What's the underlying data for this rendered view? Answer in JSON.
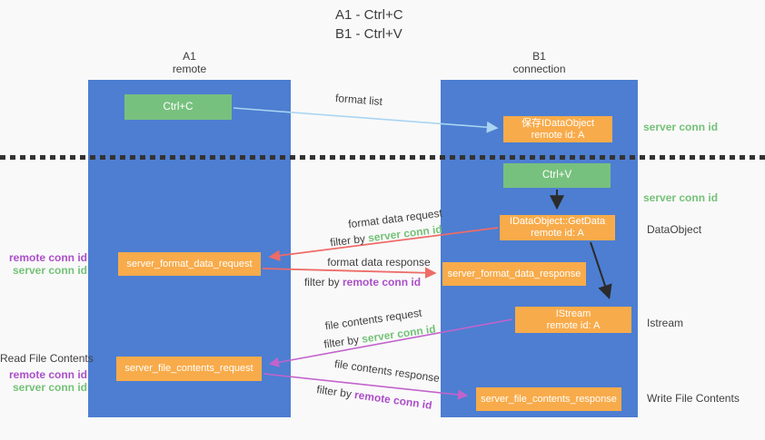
{
  "title": {
    "line1": "A1 - Ctrl+C",
    "line2": "B1 - Ctrl+V"
  },
  "columns": {
    "a1": {
      "name": "A1",
      "subtitle": "remote"
    },
    "b1": {
      "name": "B1",
      "subtitle": "connection"
    }
  },
  "nodes": {
    "ctrl_c": {
      "label": "Ctrl+C"
    },
    "save_idataobject": {
      "line1": "保存IDataObject",
      "line2": "remote id: A"
    },
    "ctrl_v": {
      "label": "Ctrl+V"
    },
    "getdata": {
      "line1": "IDataObject::GetData",
      "line2": "remote id: A"
    },
    "server_format_data_request": {
      "label": "server_format_data_request"
    },
    "server_format_data_response": {
      "label": "server_format_data_response"
    },
    "istream": {
      "line1": "IStream",
      "line2": "remote id: A"
    },
    "server_file_contents_request": {
      "label": "server_file_contents_request"
    },
    "server_file_contents_response": {
      "label": "server_file_contents_response"
    }
  },
  "arrow_labels": {
    "format_list": "format list",
    "format_data_request": "format data request",
    "format_data_response": "format data response",
    "file_contents_request": "file contents request",
    "file_contents_response": "file contents response"
  },
  "filters": {
    "prefix": "filter by",
    "server_conn_id": "server conn id",
    "remote_conn_id": "remote conn id"
  },
  "side_labels": {
    "server_conn_id_top": "server conn id",
    "server_conn_id_mid": "server conn id",
    "dataobject": "DataObject",
    "istream": "Istream",
    "write_file_contents": "Write File Contents",
    "read_file_contents": "Read File Contents",
    "remote_conn_id_format": "remote conn id",
    "server_conn_id_format": "server conn id",
    "remote_conn_id_file": "remote conn id",
    "server_conn_id_file": "server conn id"
  },
  "colors": {
    "column_blue": "#4d7ed1",
    "box_orange": "#f8ab4a",
    "key_green": "#77c17e",
    "green_text": "#74c278",
    "purple_text": "#ab4fc8",
    "red_arrow": "#ee6b67",
    "magenta_arrow": "#c263cc",
    "blue_arrow": "#a9d5f2",
    "text_dark": "#3f3f3f"
  }
}
